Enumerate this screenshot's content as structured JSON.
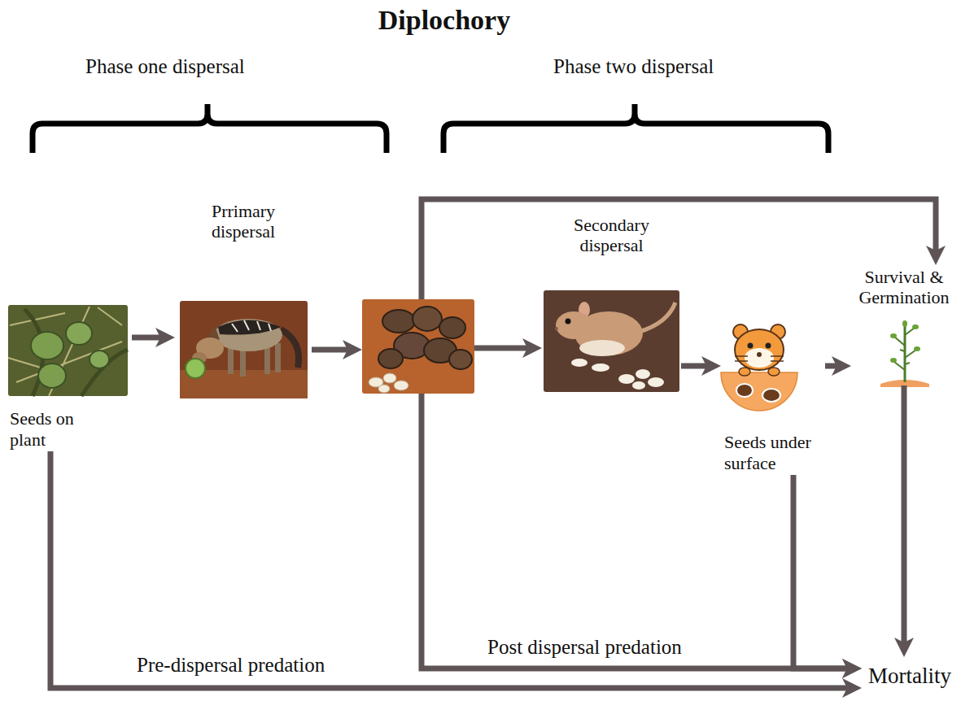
{
  "diagram": {
    "title": "Diplochory",
    "nodes": [
      {
        "text": [
          "Seeds on plant"
        ]
      },
      {
        "text": [
          "Prrimary dispersal"
        ]
      },
      {
        "text": []
      },
      {
        "text": [
          "Secondary dispersal"
        ]
      },
      {
        "text": [
          "Seeds under surface"
        ]
      },
      {
        "text": [
          "Survival & Germination"
        ]
      },
      {
        "text": [
          "Mortality"
        ]
      }
    ],
    "edges": [
      {
        "from": 0,
        "to": 1,
        "arrow": "to"
      },
      {
        "from": 1,
        "to": 2,
        "arrow": "to"
      },
      {
        "from": 2,
        "to": 3,
        "arrow": "to"
      },
      {
        "from": 3,
        "to": 4,
        "arrow": "to"
      },
      {
        "from": 4,
        "to": 5,
        "arrow": "to"
      },
      {
        "from": 2,
        "to": 5,
        "arrow": "to"
      },
      {
        "from": 0,
        "to": 6,
        "label": "Pre-dispersal predation",
        "arrow": "to"
      },
      {
        "from": 2,
        "to": 6,
        "label": "Post dispersal predation",
        "arrow": "to"
      },
      {
        "from": 4,
        "to": 6,
        "arrow": "to"
      },
      {
        "from": 5,
        "to": 6,
        "arrow": "to"
      }
    ],
    "labels": [
      "Phase one dispersal",
      "Phase two dispersal"
    ]
  }
}
